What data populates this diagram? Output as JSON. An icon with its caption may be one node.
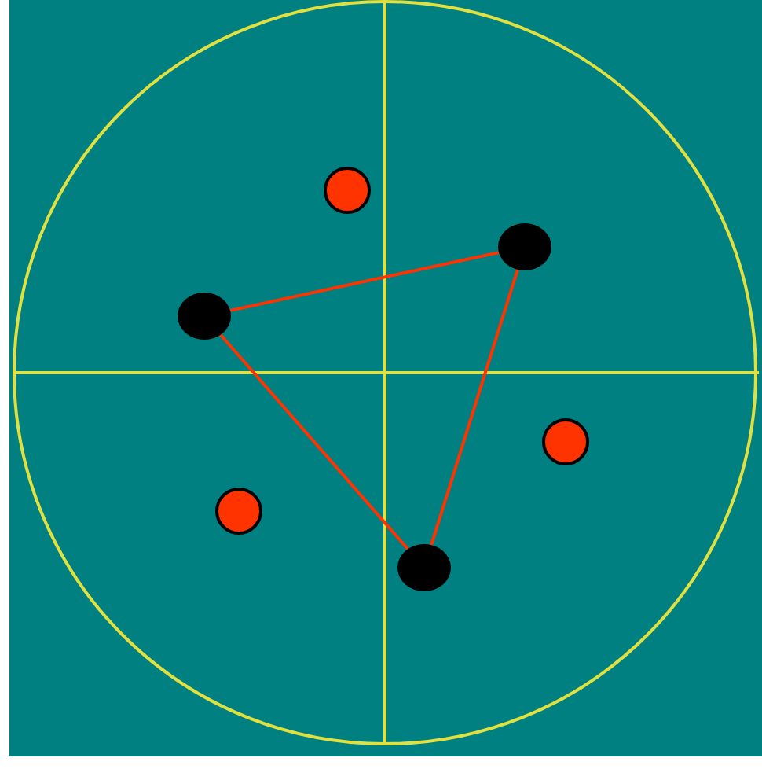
{
  "diagram": {
    "nodes": [
      {
        "text": [],
        "shape": "circle"
      },
      {
        "text": [],
        "shape": "ellipse"
      },
      {
        "text": [],
        "shape": "ellipse"
      },
      {
        "text": [],
        "shape": "circle"
      },
      {
        "text": [],
        "shape": "circle"
      },
      {
        "text": [],
        "shape": "ellipse"
      }
    ],
    "edges": [
      {
        "from": 2,
        "to": 1,
        "arrow": "none"
      },
      {
        "from": 1,
        "to": 5,
        "arrow": "none"
      },
      {
        "from": 2,
        "to": 5,
        "arrow": "none"
      }
    ]
  }
}
